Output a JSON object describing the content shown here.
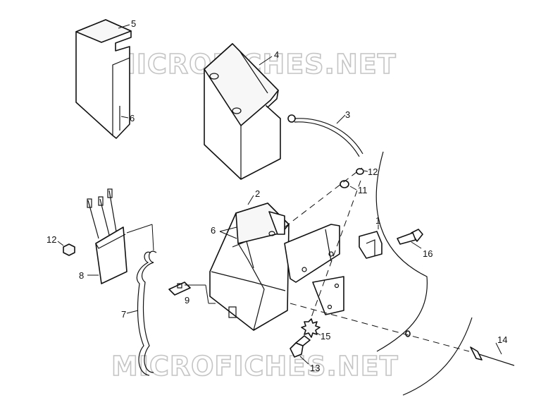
{
  "watermark": {
    "top": "MICROFICHES.NET",
    "bottom": "MICROFICHES.NET"
  },
  "callouts": {
    "n1": "1",
    "n2": "2",
    "n3": "3",
    "n4": "4",
    "n5": "5",
    "n6_upper": "6",
    "n6_lower": "6",
    "n7": "7",
    "n8": "8",
    "n9": "9",
    "n11": "11",
    "n12_right": "12",
    "n12_left": "12",
    "n13": "13",
    "n14": "14",
    "n15": "15",
    "n16": "16"
  },
  "colors": {
    "line": "#111111",
    "watermark_outline": "#c4c4c4",
    "background": "#ffffff"
  }
}
